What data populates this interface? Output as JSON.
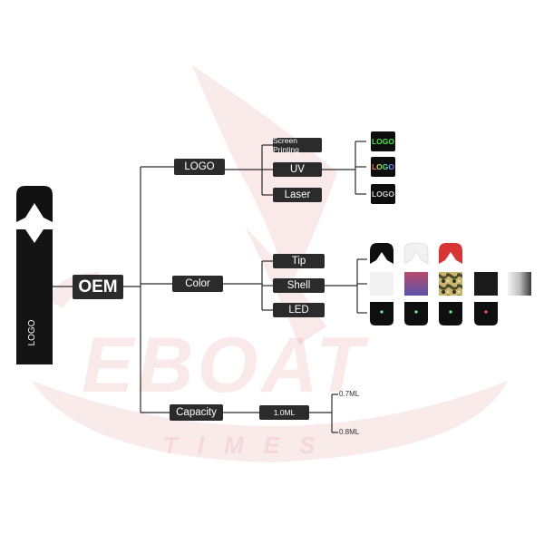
{
  "device": {
    "logo_text": "LOGO"
  },
  "root": {
    "label": "OEM"
  },
  "branches": {
    "logo": {
      "label": "LOGO",
      "methods": [
        "Screen Printing",
        "UV",
        "Laser"
      ],
      "samples": [
        "LOGO",
        "LOGO",
        "LOGO"
      ]
    },
    "color": {
      "label": "Color",
      "parts": [
        "Tip",
        "Shell",
        "LED"
      ],
      "variants": [
        {
          "tip": "#0f0f0f",
          "shell": "#f2f2f2",
          "led": "#6ff090"
        },
        {
          "tip": "#f1f1f1",
          "shell": "gradient-red-blue",
          "led": "#6ff0a0"
        },
        {
          "tip": "#d93434",
          "shell": "camouflage",
          "led": "#6ff090"
        },
        {
          "tip": "none",
          "shell": "#1a1a1a",
          "led": "#ff4d6d"
        },
        {
          "tip": "none",
          "shell": "silver-gradient",
          "led": "none"
        }
      ]
    },
    "capacity": {
      "label": "Capacity",
      "value": "1.0ML",
      "options": [
        "0.7ML",
        "0.8ML"
      ]
    }
  },
  "watermark": {
    "brand": "EBOAT",
    "sub": "TIMES",
    "color": "#c81e1e"
  },
  "colors": {
    "tag_bg": "#2b2b2b",
    "line": "#2b2b2b"
  }
}
